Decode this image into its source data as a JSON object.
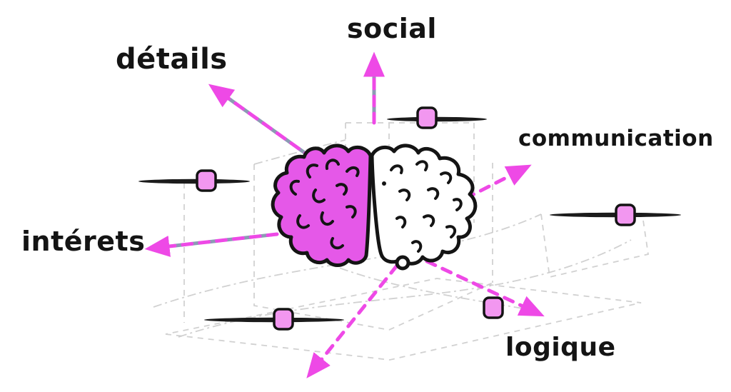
{
  "diagram": {
    "title": "brain traits diagram",
    "labels": {
      "social": "social",
      "details": "détails",
      "communication": "communication",
      "interets": "intérets",
      "logique": "logique"
    },
    "icons": {
      "brain": "brain-icon",
      "arrows": [
        "arrow-up",
        "arrow-up-left",
        "arrow-right",
        "arrow-left",
        "arrow-down-right",
        "arrow-down-left"
      ],
      "sliders": [
        "slider-top",
        "slider-left",
        "slider-right",
        "slider-bottom",
        "slider-logique"
      ]
    },
    "colors": {
      "brain_left": "#e558e8",
      "brain_right": "#ffffff",
      "outline": "#141414",
      "arrow_pink": "#ee49e6",
      "arrow_slate": "#8c9ab4",
      "knob_fill": "#f297f0",
      "slider_line": "#1b1b1b",
      "wireframe": "#c9c9c9",
      "label_text": "#141414"
    }
  }
}
